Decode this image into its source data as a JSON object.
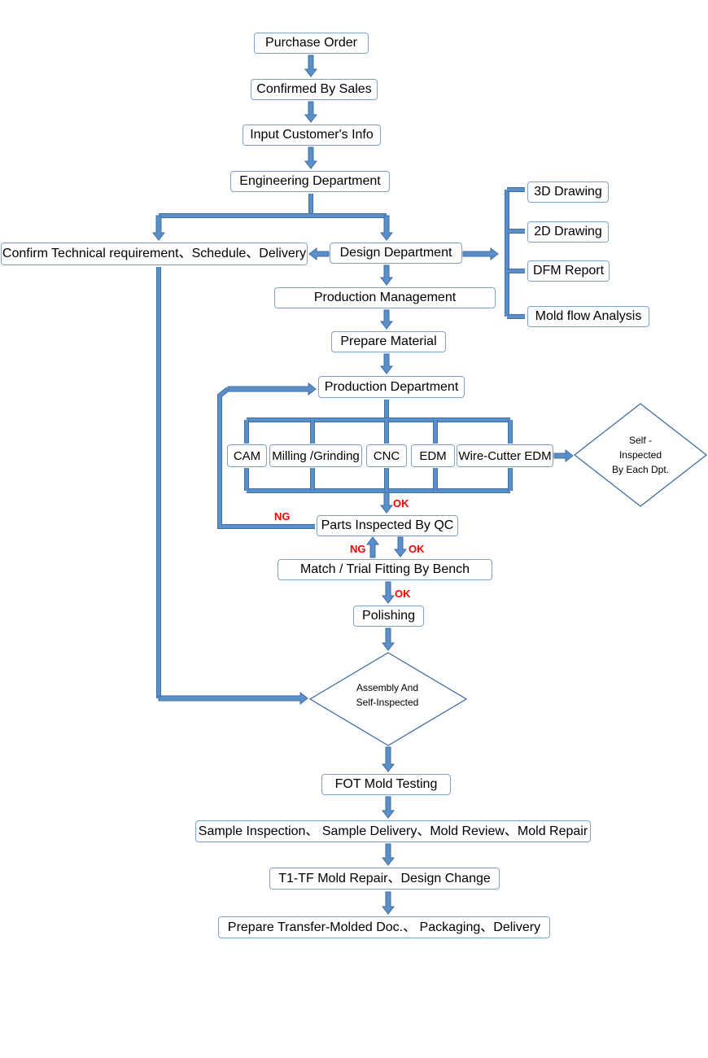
{
  "nodes": {
    "purchase_order": "Purchase Order",
    "confirmed_by_sales": "Confirmed By Sales",
    "input_customer_info": "Input Customer's Info",
    "engineering_department": "Engineering Department",
    "confirm_technical": "Confirm Technical requirement、Schedule、Delivery",
    "design_department": "Design Department",
    "drawing_3d": "3D Drawing",
    "drawing_2d": "2D Drawing",
    "dfm_report": "DFM Report",
    "mold_flow_analysis": "Mold flow Analysis",
    "production_management": "Production Management",
    "prepare_material": "Prepare Material",
    "production_department": "Production Department",
    "cam": "CAM",
    "milling_grinding": "Milling /Grinding",
    "cnc": "CNC",
    "edm": "EDM",
    "wire_cutter_edm": "Wire-Cutter EDM",
    "parts_inspected_by_qc": "Parts Inspected By QC",
    "match_trial_fitting": "Match / Trial Fitting By Bench",
    "polishing": "Polishing",
    "fot_mold_testing": "FOT Mold Testing",
    "sample_inspection": "Sample Inspection、 Sample Delivery、Mold Review、Mold Repair",
    "t1_tf_mold_repair": "T1-TF Mold Repair、Design Change",
    "prepare_transfer": "Prepare Transfer-Molded Doc.、 Packaging、Delivery"
  },
  "decisions": {
    "self_inspected": [
      "Self -",
      "Inspected",
      "By Each Dpt."
    ],
    "assembly": [
      "Assembly And",
      "Self-Inspected"
    ]
  },
  "tags": {
    "ok": "OK",
    "ng": "NG"
  },
  "colors": {
    "arrow": "#5b8fca",
    "arrow_stroke": "#3f6fa3",
    "box_border": "#7fa2cc",
    "diamond_border": "#3f6fa3",
    "tag_red": "#ff0000"
  }
}
